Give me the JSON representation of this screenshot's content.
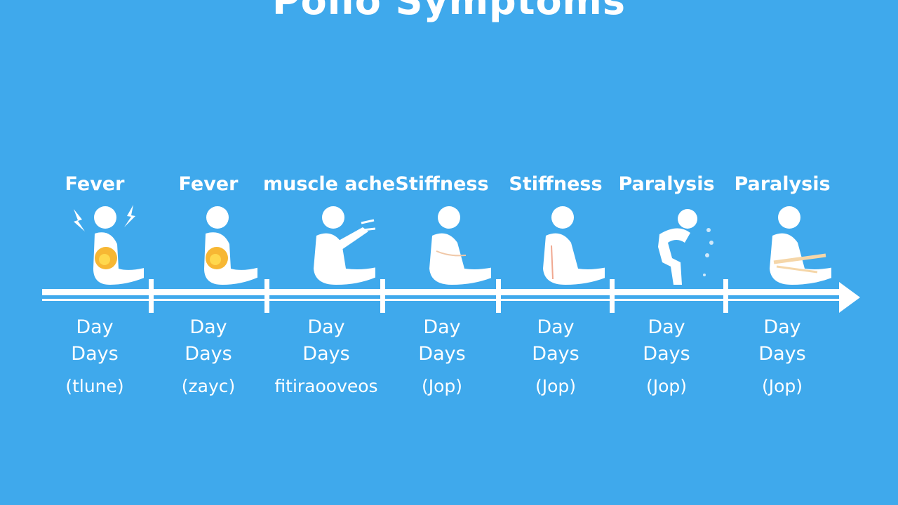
{
  "title": "Polio Symptoms",
  "colors": {
    "background": "#3fa9ec",
    "line": "#ffffff",
    "accent": "#f7b733"
  },
  "stages": [
    {
      "label": "Fever",
      "day": "Day",
      "days": "Days",
      "note": "(tlune)",
      "figure": "sitting-person-fever-icon"
    },
    {
      "label": "Fever",
      "day": "Day",
      "days": "Days",
      "note": "(zayc)",
      "figure": "sitting-person-fever-icon"
    },
    {
      "label": "muscle ache",
      "day": "Day",
      "days": "Days",
      "note": "fitiraooveos",
      "figure": "person-muscle-ache-icon"
    },
    {
      "label": "Stiffness",
      "day": "Day",
      "days": "Days",
      "note": "(Jop)",
      "figure": "sitting-person-stiffness-icon"
    },
    {
      "label": "Stiffness",
      "day": "Day",
      "days": "Days",
      "note": "(Jop)",
      "figure": "sitting-person-stiffness-icon"
    },
    {
      "label": "Paralysis",
      "day": "Day",
      "days": "Days",
      "note": "(Jop)",
      "figure": "bent-person-paralysis-icon"
    },
    {
      "label": "Paralysis",
      "day": "Day",
      "days": "Days",
      "note": "(Jop)",
      "figure": "sitting-person-paralysis-icon"
    }
  ]
}
